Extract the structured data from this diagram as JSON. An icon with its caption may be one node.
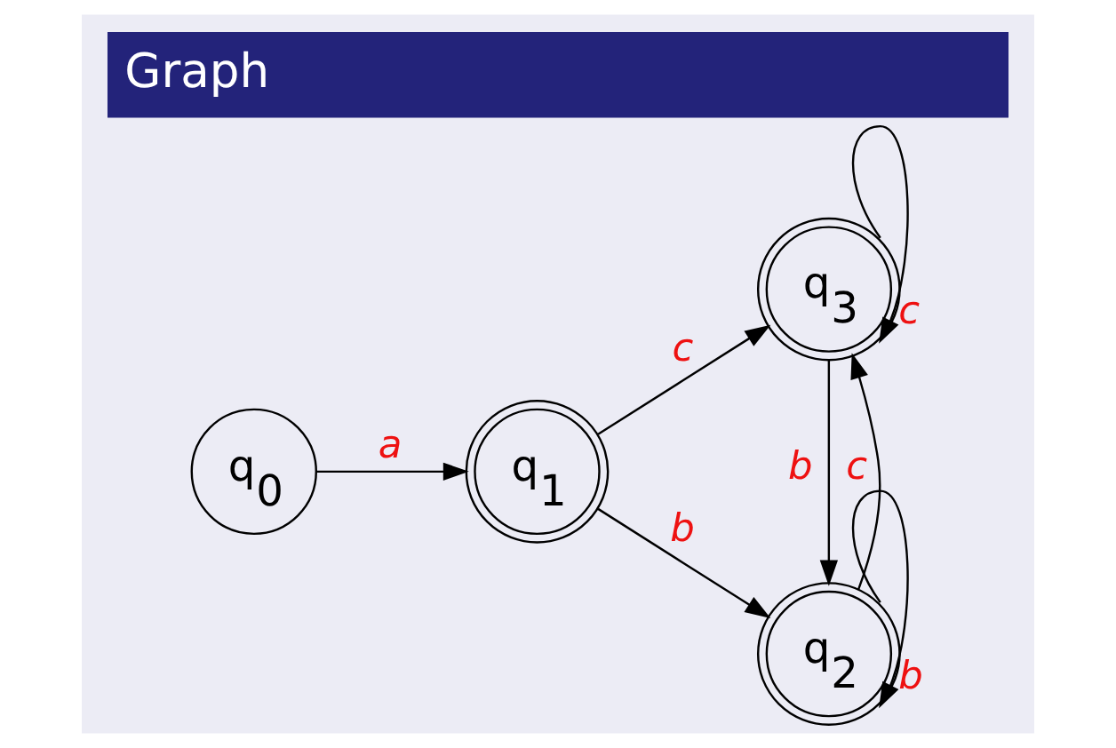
{
  "diagram": {
    "title": "Graph",
    "nodes": [
      {
        "text": [
          "q$_{0}$"
        ]
      },
      {
        "text": [
          "q$_{1}$"
        ]
      },
      {
        "text": [
          "q$_{2}$"
        ]
      },
      {
        "text": [
          "q$_{3}$"
        ]
      }
    ],
    "edges": [
      {
        "from": 0,
        "to": 1,
        "arrow": "to",
        "label": "a"
      },
      {
        "from": 1,
        "to": 2,
        "arrow": "to",
        "label": "b"
      },
      {
        "from": 1,
        "to": 3,
        "arrow": "to",
        "label": "c"
      },
      {
        "from": 2,
        "to": 2,
        "arrow": "to",
        "label": "b"
      },
      {
        "from": 2,
        "to": 3,
        "arrow": "to",
        "label": "c"
      },
      {
        "from": 3,
        "to": 2,
        "arrow": "to",
        "label": "b"
      },
      {
        "from": 3,
        "to": 3,
        "arrow": "to",
        "label": "c"
      }
    ]
  }
}
